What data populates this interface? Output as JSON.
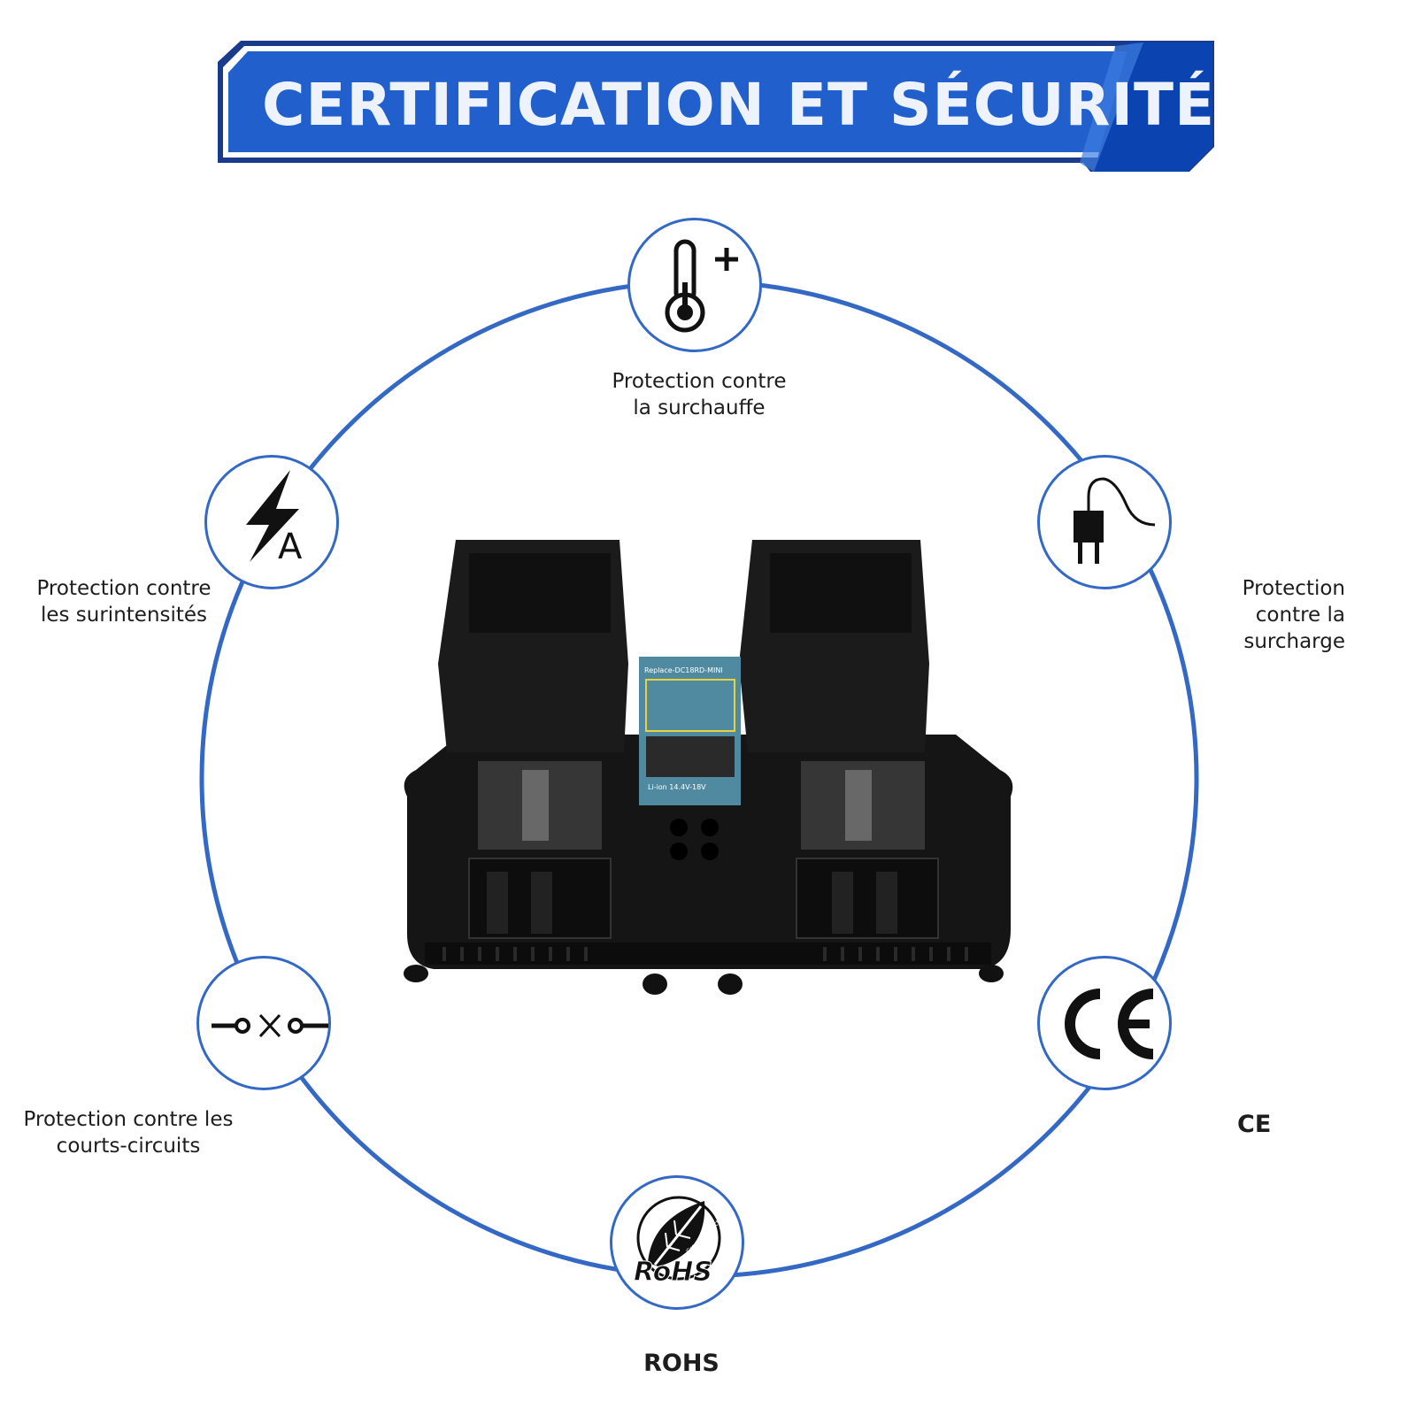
{
  "banner": {
    "title": "CERTIFICATION ET SÉCURITÉ",
    "color": "#1f5cc8",
    "dark_color": "#0b43b1"
  },
  "features": {
    "overheat": {
      "line1": "Protection contre",
      "line2": "la surchauffe",
      "icon": "thermometer-plus-icon"
    },
    "overcurrent": {
      "line1": "Protection contre",
      "line2": "les surintensités",
      "icon": "lightning-a-icon"
    },
    "overload": {
      "line1": "Protection",
      "line2": "contre la",
      "line3": "surcharge",
      "icon": "plug-cable-icon"
    },
    "short_circuit": {
      "line1": "Protection contre les",
      "line2": "courts-circuits",
      "icon": "open-circuit-icon"
    },
    "ce": {
      "label": "CE",
      "mark": "CE",
      "icon": "ce-mark-icon"
    },
    "rohs": {
      "label": "ROHS",
      "mark": "RoHS",
      "seal_text": "Green product",
      "icon": "rohs-leaf-icon"
    }
  },
  "product": {
    "panel_title": "Replace-DC18RD-MINI",
    "panel_spec": "Li-ion 14.4V-18V",
    "icon": "dual-battery-charger-image"
  },
  "colors": {
    "ring": "#3369c4",
    "text": "#1d1d1d"
  }
}
